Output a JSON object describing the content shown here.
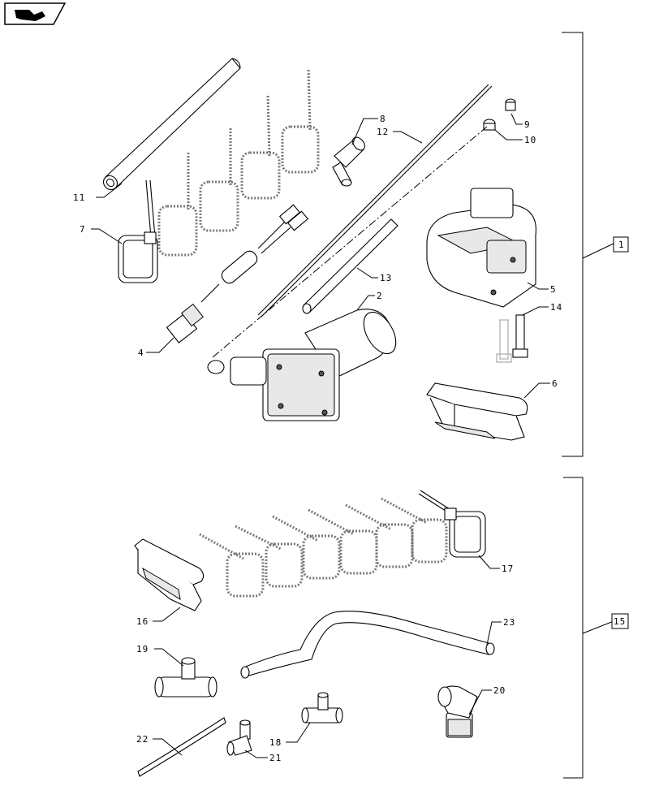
{
  "callouts": {
    "c1": "1",
    "c2": "2",
    "c4": "4",
    "c5": "5",
    "c6": "6",
    "c7": "7",
    "c8": "8",
    "c9": "9",
    "c10": "10",
    "c11": "11",
    "c12": "12",
    "c13": "13",
    "c14": "14",
    "c15": "15",
    "c16": "16",
    "c17": "17",
    "c18": "18",
    "c19": "19",
    "c20": "20",
    "c21": "21",
    "c22": "22",
    "c23": "23"
  },
  "icons": {
    "corner": "book-navigation-icon"
  },
  "colors": {
    "line": "#000000",
    "background": "#ffffff"
  }
}
